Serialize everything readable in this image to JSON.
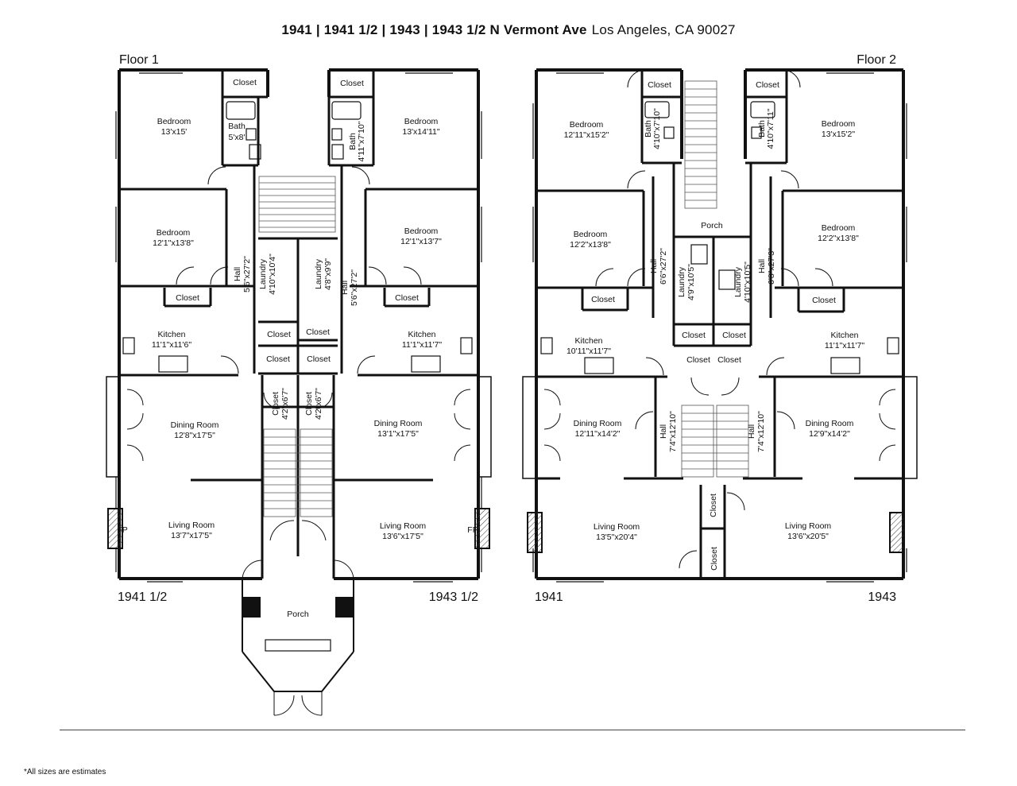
{
  "title": {
    "address_bold": "1941 | 1941 1/2 | 1943 | 1943 1/2  N Vermont Ave",
    "address_city": "Los Angeles, CA 90027"
  },
  "floors": [
    {
      "label": "Floor 1",
      "units": [
        "1941 1/2",
        "1943 1/2"
      ]
    },
    {
      "label": "Floor 2",
      "units": [
        "1941",
        "1943"
      ]
    }
  ],
  "rooms": {
    "f1_bed1": {
      "name": "Bedroom",
      "size": "13'x15'"
    },
    "f1_bath1": {
      "name": "Bath",
      "size": "5'x8'"
    },
    "f1_closet1": {
      "name": "Closet"
    },
    "f1_closet2": {
      "name": "Closet"
    },
    "f1_bath2": {
      "name": "Bath",
      "size": "4'11\"x7'10\""
    },
    "f1_bed2": {
      "name": "Bedroom",
      "size": "13'x14'11\""
    },
    "f1_bed3": {
      "name": "Bedroom",
      "size": "12'1\"x13'8\""
    },
    "f1_bed4": {
      "name": "Bedroom",
      "size": "12'1\"x13'7\""
    },
    "f1_hall1": {
      "name": "Hall",
      "size": "5'6\"x27'2\""
    },
    "f1_hall2": {
      "name": "Hall",
      "size": "5'6\"x27'2\""
    },
    "f1_laundry1": {
      "name": "Laundry",
      "size": "4'10\"x10'4\""
    },
    "f1_laundry2": {
      "name": "Laundry",
      "size": "4'8\"x9'9\""
    },
    "f1_closet3": {
      "name": "Closet"
    },
    "f1_closet4": {
      "name": "Closet"
    },
    "f1_closet5": {
      "name": "Closet"
    },
    "f1_closet6": {
      "name": "Closet"
    },
    "f1_closet7": {
      "name": "Closet"
    },
    "f1_closet8": {
      "name": "Closet"
    },
    "f1_kitchen1": {
      "name": "Kitchen",
      "size": "11'1\"x11'6\""
    },
    "f1_kitchen2": {
      "name": "Kitchen",
      "size": "11'1\"x11'7\""
    },
    "f1_closet9": {
      "name": "Closet",
      "size": "4'2\"x6'7\""
    },
    "f1_closet10": {
      "name": "Closet",
      "size": "4'2\"x6'7\""
    },
    "f1_dining1": {
      "name": "Dining Room",
      "size": "12'8\"x17'5\""
    },
    "f1_dining2": {
      "name": "Dining Room",
      "size": "13'1\"x17'5\""
    },
    "f1_living1": {
      "name": "Living Room",
      "size": "13'7\"x17'5\""
    },
    "f1_living2": {
      "name": "Living Room",
      "size": "13'6\"x17'5\""
    },
    "f1_fp1": {
      "name": "FP"
    },
    "f1_fp2": {
      "name": "FP"
    },
    "f1_porch": {
      "name": "Porch"
    },
    "f2_bed1": {
      "name": "Bedroom",
      "size": "12'11\"x15'2\""
    },
    "f2_closet1": {
      "name": "Closet"
    },
    "f2_bath1": {
      "name": "Bath",
      "size": "4'10\"x7'10\""
    },
    "f2_closet2": {
      "name": "Closet"
    },
    "f2_bath2": {
      "name": "Bath",
      "size": "4'10\"x7'11\""
    },
    "f2_bed2": {
      "name": "Bedroom",
      "size": "13'x15'2\""
    },
    "f2_bed3": {
      "name": "Bedroom",
      "size": "12'2\"x13'8\""
    },
    "f2_porch": {
      "name": "Porch"
    },
    "f2_bed4": {
      "name": "Bedroom",
      "size": "12'2\"x13'8\""
    },
    "f2_hall1": {
      "name": "Hall",
      "size": "6'6\"x27'2\""
    },
    "f2_hall2": {
      "name": "Hall",
      "size": "6'8\"x27'3\""
    },
    "f2_laundry1": {
      "name": "Laundry",
      "size": "4'9\"x10'5\""
    },
    "f2_laundry2": {
      "name": "Laundry",
      "size": "4'10\"x10'5\""
    },
    "f2_closet3": {
      "name": "Closet"
    },
    "f2_closet4": {
      "name": "Closet"
    },
    "f2_closet5": {
      "name": "Closet"
    },
    "f2_closet6": {
      "name": "Closet"
    },
    "f2_closet7": {
      "name": "Closet"
    },
    "f2_closet8": {
      "name": "Closet"
    },
    "f2_kitchen1": {
      "name": "Kitchen",
      "size": "10'11\"x11'7\""
    },
    "f2_kitchen2": {
      "name": "Kitchen",
      "size": "11'1\"x11'7\""
    },
    "f2_dining1": {
      "name": "Dining Room",
      "size": "12'11\"x14'2\""
    },
    "f2_dining2": {
      "name": "Dining Room",
      "size": "12'9\"x14'2\""
    },
    "f2_hall3": {
      "name": "Hall",
      "size": "7'4\"x12'10\""
    },
    "f2_hall4": {
      "name": "Hall",
      "size": "7'4\"x12'10\""
    },
    "f2_closet9": {
      "name": "Closet"
    },
    "f2_closet10": {
      "name": "Closet"
    },
    "f2_living1": {
      "name": "Living Room",
      "size": "13'5\"x20'4\""
    },
    "f2_living2": {
      "name": "Living Room",
      "size": "13'6\"x20'5\""
    }
  },
  "footnote": "*All sizes are estimates"
}
